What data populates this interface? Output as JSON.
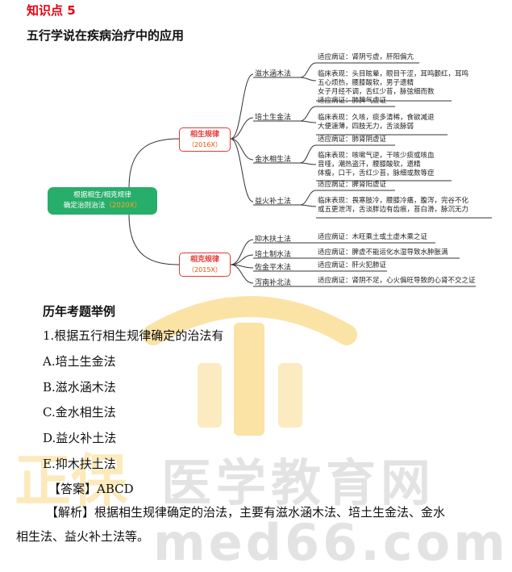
{
  "header": {
    "knowledge_point": "知识点 5",
    "topic_title": "五行学说在疾病治疗中的应用"
  },
  "mindmap": {
    "root": {
      "line1": "根据相生/相克规律",
      "line2": "确定治则治法",
      "year": "（2020X）"
    },
    "sheng": {
      "title": "相生规律",
      "year": "（2016X）",
      "methods": [
        {
          "name": "滋水涵木法",
          "indication": "适应病证：肾阴亏虚，肝阳偏亢",
          "clinical": [
            "临床表现：头目眩晕，眼目干涩，耳鸣颧红，耳鸣",
            "五心烦热，腰膝酸软，男子遗精",
            "女子月经不调，舌红少苔，脉弦细而数"
          ]
        },
        {
          "name": "培土生金法",
          "indication": "适应病证：肺脾气虚证",
          "clinical": [
            "临床表现：久咳，痰多清稀，食欲减退",
            "大便溏薄，四肢无力，舌淡脉弱"
          ]
        },
        {
          "name": "金水相生法",
          "indication": "适应病证：肺肾阴虚证",
          "clinical": [
            "临床表现：咳嗽气逆，干咳少痰或咳血",
            "音哑，潮热盗汗，腰膝酸软，遗精",
            "体瘦，口干，舌红少苔，脉细或数等症"
          ]
        },
        {
          "name": "益火补土法",
          "indication": "适应病证：脾肾阳虚证",
          "clinical": [
            "临床表现：畏寒肢冷，腰膝冷痛，腹泻，完谷不化",
            "或五更泄泻，舌淡胖边有齿痕，苔白滑，脉沉无力"
          ]
        }
      ]
    },
    "ke": {
      "title": "相克规律",
      "year": "（2015X）",
      "methods": [
        {
          "name": "抑木扶土法",
          "indication": "适应病证：木旺乘土或土虚木乘之证"
        },
        {
          "name": "培土制水法",
          "indication": "适应病证：脾虚不能运化水湿导致水肿胀满"
        },
        {
          "name": "佐金平木法",
          "indication": "适应病证：肝火犯肺证"
        },
        {
          "name": "泻南补北法",
          "indication": "适应病证：肾阴不足，心火偏旺导致的心肾不交之证"
        }
      ]
    }
  },
  "exam": {
    "section_title": "历年考题举例",
    "question": "1.根据五行相生规律确定的治法有",
    "options": [
      "A.培土生金法",
      "B.滋水涵木法",
      "C.金水相生法",
      "D.益火补土法",
      "E.抑木扶土法"
    ],
    "answer": "【答案】ABCD",
    "analysis_line1": "【解析】根据相生规律确定的治法，主要有滋水涵木法、培土生金法、金水",
    "analysis_line2": "相生法、益火补土法等。"
  },
  "watermark": {
    "cn": "医学教育网",
    "url": "med66.com",
    "logo_char": "正保"
  },
  "colors": {
    "heading_red": "#e60012",
    "root_green": "#27ae6a",
    "law_red": "#e53935",
    "year_orange": "#e65100",
    "watermark_logo": "#f5c242"
  }
}
